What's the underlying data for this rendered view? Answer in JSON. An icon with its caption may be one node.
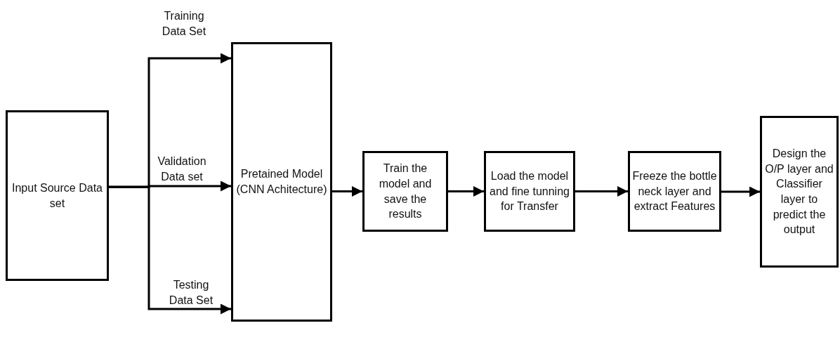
{
  "diagram": {
    "nodes": [
      {
        "text": [
          "Input Source Data set"
        ]
      },
      {
        "text": [
          "Pretained Model (CNN Achitecture)"
        ]
      },
      {
        "text": [
          "Train the model and save the results"
        ]
      },
      {
        "text": [
          "Load the model and fine tunning for Transfer"
        ]
      },
      {
        "text": [
          "Freeze the bottle neck layer and extract Features"
        ]
      },
      {
        "text": [
          "Design the O/P layer and Classifier layer to predict the output"
        ]
      }
    ],
    "edges": [
      {
        "from": 0,
        "to": 1,
        "arrow": "to",
        "label": "Training Data Set"
      },
      {
        "from": 0,
        "to": 1,
        "arrow": "to",
        "label": "Validation Data set"
      },
      {
        "from": 0,
        "to": 1,
        "arrow": "to",
        "label": "Testing Data Set"
      },
      {
        "from": 1,
        "to": 2,
        "arrow": "to"
      },
      {
        "from": 2,
        "to": 3,
        "arrow": "to"
      },
      {
        "from": 3,
        "to": 4,
        "arrow": "to"
      },
      {
        "from": 4,
        "to": 5,
        "arrow": "to"
      }
    ]
  }
}
